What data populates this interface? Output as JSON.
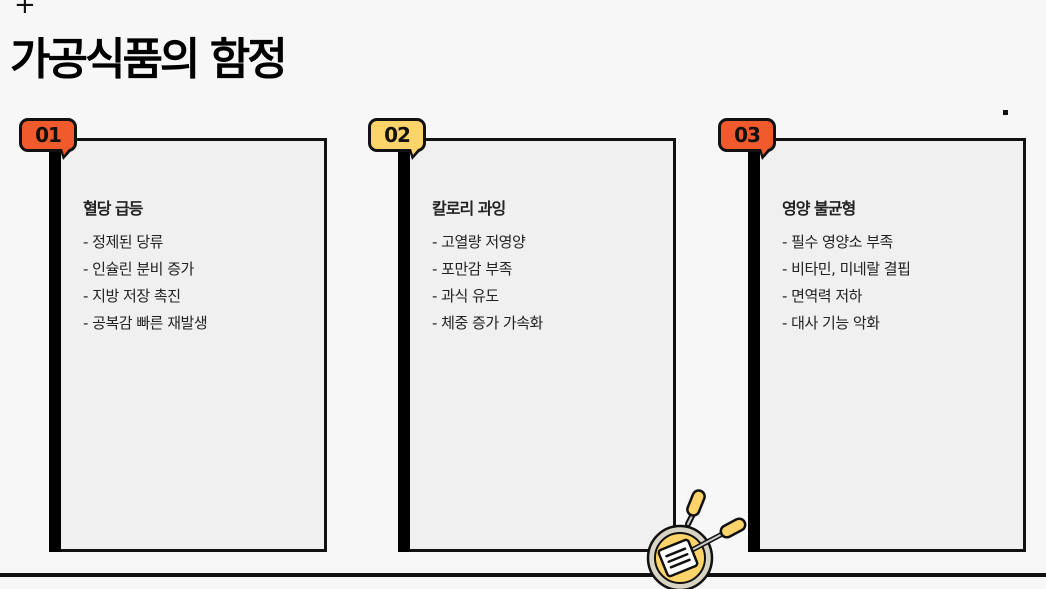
{
  "page": {
    "title": "가공식품의 함정",
    "plus_mark": "+"
  },
  "colors": {
    "background": "#f7f7f7",
    "card_background": "#f0f0f0",
    "accent_orange": "#f05a2c",
    "accent_yellow": "#fdd46a",
    "border": "#111111"
  },
  "cards": [
    {
      "badge": "01",
      "badge_color": "#f05a2c",
      "heading": "혈당 급등",
      "items": [
        "- 정제된 당류",
        "- 인슐린 분비 증가",
        "- 지방 저장 촉진",
        "- 공복감 빠른 재발생"
      ]
    },
    {
      "badge": "02",
      "badge_color": "#fdd46a",
      "heading": "칼로리 과잉",
      "items": [
        "- 고열량 저영양",
        "- 포만감 부족",
        "- 과식 유도",
        "- 체중 증가 가속화"
      ]
    },
    {
      "badge": "03",
      "badge_color": "#f05a2c",
      "heading": "영양 불균형",
      "items": [
        "- 필수 영양소 부족",
        "- 비타민, 미네랄 결핍",
        "- 면역력 저하",
        "- 대사 기능 악화"
      ]
    }
  ],
  "decorations": {
    "icon": "frying-pan-spatula-icon"
  }
}
